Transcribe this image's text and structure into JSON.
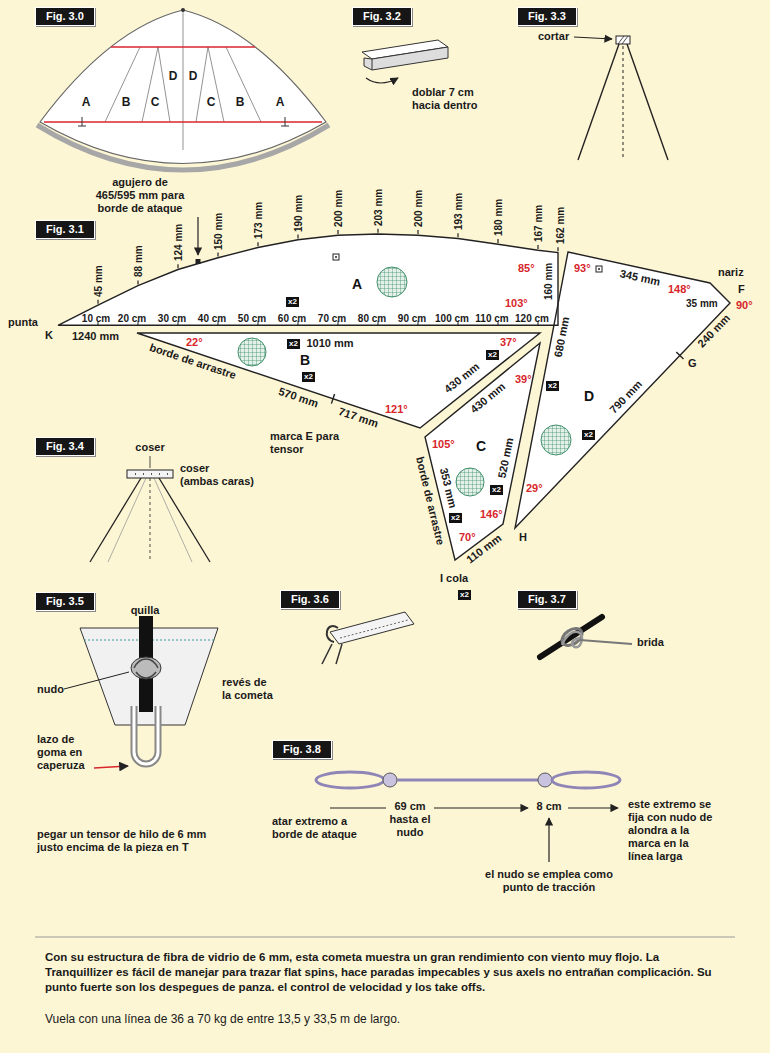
{
  "diagram": {
    "caption": "Con su estructura de fibra de vidrio de 6 mm, esta cometa muestra un gran rendimiento con viento muy flojo. La Tranquillizer es fácil de manejar para trazar flat spins, hace paradas impecables y sus axels no entrañan complicación. Su punto fuerte son los despegues de panza. el control de velocidad y los take offs.",
    "nodes": [
      {
        "text": [
          "Fig. 3.0"
        ]
      },
      {
        "text": [
          "Fig. 3.2"
        ]
      },
      {
        "text": [
          "Fig. 3.3"
        ]
      },
      {
        "text": [
          "Fig. 3.1"
        ]
      },
      {
        "text": [
          "A"
        ]
      },
      {
        "text": [
          "B"
        ]
      },
      {
        "text": [
          "C"
        ]
      },
      {
        "text": [
          "D"
        ]
      },
      {
        "text": [
          "Fig. 3.4"
        ]
      },
      {
        "text": [
          "Fig. 3.5"
        ]
      },
      {
        "text": [
          "Fig. 3.6"
        ]
      },
      {
        "text": [
          "Fig. 3.7"
        ]
      },
      {
        "text": [
          "Fig. 3.8"
        ]
      }
    ],
    "labels": [
      "A",
      "B",
      "C",
      "D",
      "D",
      "C",
      "B",
      "A",
      "doblar 7 cm hacia dentro",
      "cortar",
      "agujero de 465/595 mm para borde de ataque",
      "45 mm",
      "88 mm",
      "124 mm",
      "150 mm",
      "173 mm",
      "190 mm",
      "200 mm",
      "203 mm",
      "200 mm",
      "193 mm",
      "180 mm",
      "167 mm",
      "162 mm",
      "85°",
      "103°",
      "160 mm",
      "punta",
      "K",
      "1240 mm",
      "10 cm",
      "20 cm",
      "30 cm",
      "40 cm",
      "50 cm",
      "60 cm",
      "70 cm",
      "80 cm",
      "90 cm",
      "100 cm",
      "110 cm",
      "120 cm",
      "x2",
      "1010 mm",
      "x2",
      "22°",
      "37°",
      "borde de arrastre",
      "x2",
      "570 mm",
      "717 mm",
      "121°",
      "marca E para tensor",
      "430 mm",
      "x2",
      "39°",
      "430 mm",
      "105°",
      "520 mm",
      "x2",
      "353 mm",
      "x2",
      "146°",
      "70°",
      "borde de arrastre",
      "110 mm",
      "I cola",
      "x2",
      "93°",
      "345 mm",
      "148°",
      "nariz",
      "F",
      "35 mm",
      "90°",
      "680 mm",
      "x2",
      "240 mm",
      "G",
      "790 mm",
      "x2",
      "29°",
      "H",
      "coser",
      "coser",
      "(ambas caras)",
      "quilla",
      "nudo",
      "revés de la cometa",
      "lazo de goma en caperuza",
      "pegar un tensor de hilo de 6 mm justo encima de la pieza en T",
      "brida",
      "atar extremo a borde de ataque",
      "69 cm hasta el nudo",
      "8 cm",
      "este extremo se fija con nudo de alondra a la marca en la línea larga",
      "el nudo se emplea como punto de tracción",
      "Vuela con una línea de 36 a 70 kg de entre 13,5 y 33,5 m de largo."
    ]
  }
}
